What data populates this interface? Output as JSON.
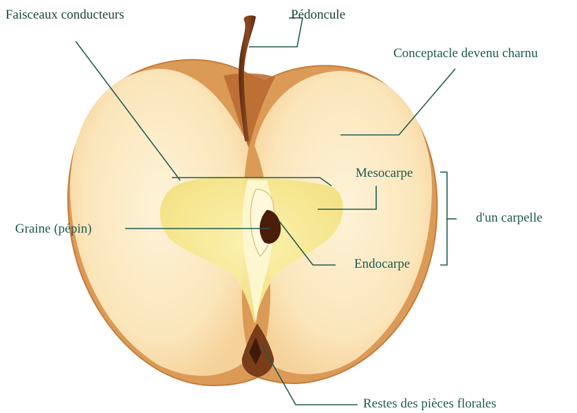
{
  "diagram": {
    "labels": {
      "faisceaux": "Faisceaux conducteurs",
      "pedoncule": "Pédoncule",
      "conceptacle": "Conceptacle devenu charnu",
      "mesocarpe": "Mesocarpe",
      "carpelle": "d'un carpelle",
      "graine": "Graine (pépin)",
      "endocarpe": "Endocarpe",
      "restes": "Restes des pièces florales"
    },
    "colors": {
      "leader_line": "#1d5a4f",
      "flesh": "#fbe3b6",
      "skin": "#d9924e",
      "core": "#f7eb95",
      "stem": "#7a3d1a",
      "seed": "#4a1c0a"
    }
  }
}
